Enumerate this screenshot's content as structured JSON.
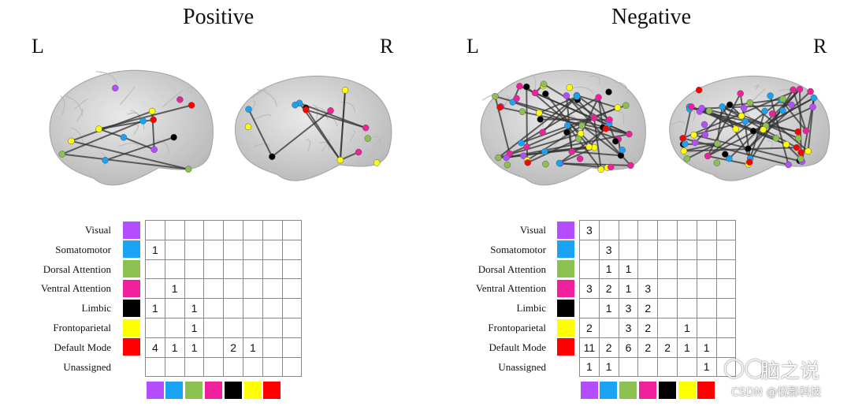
{
  "positive": {
    "title": "Positive",
    "left_label": "L",
    "right_label": "R",
    "matrix": [
      [
        null,
        null,
        null,
        null,
        null,
        null,
        null,
        null
      ],
      [
        1,
        null,
        null,
        null,
        null,
        null,
        null,
        null
      ],
      [
        null,
        null,
        null,
        null,
        null,
        null,
        null,
        null
      ],
      [
        null,
        1,
        null,
        null,
        null,
        null,
        null,
        null
      ],
      [
        1,
        null,
        1,
        null,
        null,
        null,
        null,
        null
      ],
      [
        null,
        null,
        1,
        null,
        null,
        null,
        null,
        null
      ],
      [
        4,
        1,
        1,
        null,
        2,
        1,
        null,
        null
      ],
      [
        null,
        null,
        null,
        null,
        null,
        null,
        null,
        null
      ]
    ]
  },
  "negative": {
    "title": "Negative",
    "left_label": "L",
    "right_label": "R",
    "matrix": [
      [
        3,
        null,
        null,
        null,
        null,
        null,
        null,
        null
      ],
      [
        null,
        3,
        null,
        null,
        null,
        null,
        null,
        null
      ],
      [
        null,
        1,
        1,
        null,
        null,
        null,
        null,
        null
      ],
      [
        3,
        2,
        1,
        3,
        null,
        null,
        null,
        null
      ],
      [
        null,
        1,
        3,
        2,
        null,
        null,
        null,
        null
      ],
      [
        2,
        null,
        3,
        2,
        null,
        1,
        null,
        null
      ],
      [
        11,
        2,
        6,
        2,
        2,
        1,
        1,
        null
      ],
      [
        1,
        1,
        null,
        null,
        null,
        null,
        1,
        null
      ]
    ]
  },
  "networks": [
    {
      "name": "Visual",
      "color": "#b44dff"
    },
    {
      "name": "Somatomotor",
      "color": "#1aa3f5"
    },
    {
      "name": "Dorsal Attention",
      "color": "#8cc152"
    },
    {
      "name": "Ventral Attention",
      "color": "#f0209c"
    },
    {
      "name": "Limbic",
      "color": "#000000"
    },
    {
      "name": "Frontoparietal",
      "color": "#ffff00"
    },
    {
      "name": "Default Mode",
      "color": "#ff0000"
    },
    {
      "name": "Unassigned",
      "color": null
    }
  ],
  "watermark": {
    "brand": "脑之说",
    "credit": "CSDN @悦影科技"
  }
}
